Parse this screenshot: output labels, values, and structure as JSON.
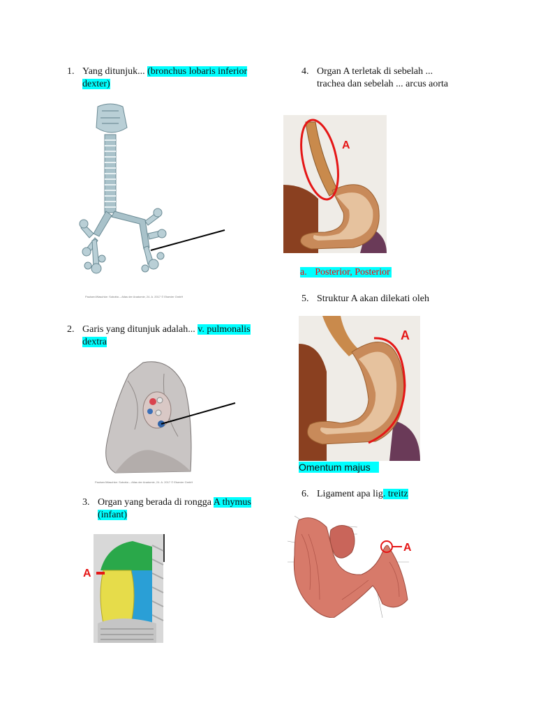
{
  "questions": [
    {
      "num": "1.",
      "text": "Yang ditunjuk...",
      "answer": "(bronchus lobaris inferior dexter)"
    },
    {
      "num": "2.",
      "text": "Garis yang ditunjuk adalah...",
      "answer": "v. pulmonalis dextra"
    },
    {
      "num": "3.",
      "text": "Organ yang berada di rongga",
      "answer": "A thymus (infant)"
    },
    {
      "num": "4.",
      "line1": "Organ A terletak di sebelah ...",
      "line2": "trachea dan sebelah ... arcus aorta"
    },
    {
      "num": "5.",
      "text": "Struktur A akan dilekati oleh",
      "answer": "Omentum majus"
    },
    {
      "num": "6.",
      "text": "Ligament apa lig",
      "answer": ". treitz"
    }
  ],
  "answer4": {
    "letter": "a.",
    "text": "Posterior, Posterior",
    "color": "#ff0000"
  },
  "labels": {
    "marker_a": "A"
  },
  "credits": {
    "fig1": "Paulsen/Waschke: Sobotta – Atlas der Anatomie, 24. A. 2017 © Elsevier GmbH",
    "fig2": "Paulsen/Waschke: Sobotta – Atlas der Anatomie, 24. A. 2017 © Elsevier GmbH"
  },
  "colors": {
    "highlight": "#00ffff",
    "marker": "#e51616"
  }
}
